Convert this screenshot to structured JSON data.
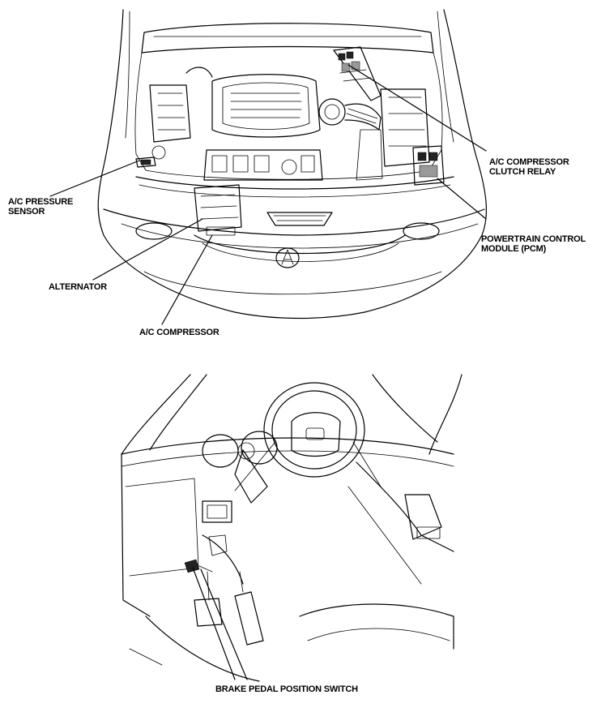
{
  "labels": {
    "ac_pressure_sensor": [
      "A/C PRESSURE",
      "SENSOR"
    ],
    "alternator": [
      "ALTERNATOR"
    ],
    "ac_compressor": [
      "A/C COMPRESSOR"
    ],
    "ac_compressor_clutch_relay": [
      "A/C COMPRESSOR",
      "CLUTCH RELAY"
    ],
    "powertrain_control_module": [
      "POWERTRAIN CONTROL",
      "MODULE (PCM)"
    ],
    "brake_pedal_position_switch": [
      "BRAKE PEDAL POSITION SWITCH"
    ]
  }
}
